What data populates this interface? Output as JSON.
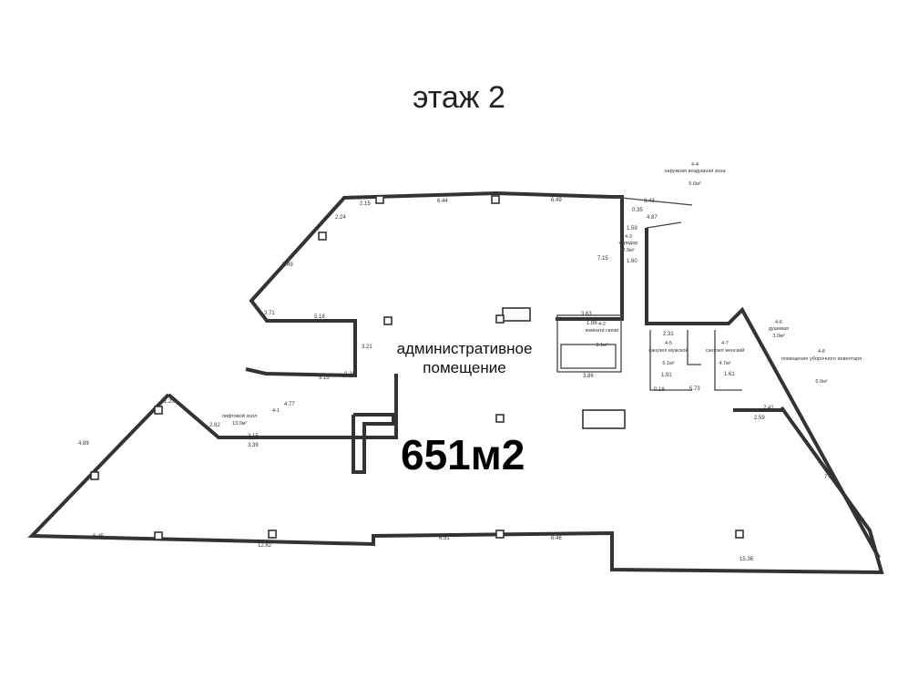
{
  "title": "этаж 2",
  "main_room": {
    "line1": "административное",
    "line2": "помещение",
    "area": "651м2"
  },
  "rooms": [
    {
      "id": "4-1",
      "name": "лифтовой холл",
      "area": "13.0м²"
    },
    {
      "id": "4-2",
      "name": "комната связи",
      "area": "3.1м²"
    },
    {
      "id": "4-3",
      "name": "коридор",
      "area": "2.9м²"
    },
    {
      "id": "4-4",
      "name": "наружная воздушная зона",
      "area": "5.6м²"
    },
    {
      "id": "4-5",
      "name": "санузел мужской",
      "area": "6.1м²"
    },
    {
      "id": "4-6",
      "name": "душевая",
      "area": "3.0м²"
    },
    {
      "id": "4-7",
      "name": "санузел женский",
      "area": "4.7м²"
    },
    {
      "id": "4-8",
      "name": "помещение уборочного инвентаря",
      "area": "6.0м²"
    }
  ],
  "dimensions": [
    "2.15",
    "6.44",
    "6.49",
    "3.43",
    "4.87",
    "0.35",
    "1.59",
    "1.60",
    "7.15",
    "2.24",
    "5.49",
    "3.71",
    "5.18",
    "3.21",
    "5.15",
    "0.28",
    "3.63",
    "1.88",
    "3.86",
    "2.31",
    "1.91",
    "5.73",
    "1.61",
    "0.18",
    "2.41",
    "2.59",
    "7.49",
    "15.36",
    "6.46",
    "6.51",
    "12.82",
    "6.45",
    "4.89",
    "3.15",
    "3.39",
    "2.82",
    "4.77",
    "1.20"
  ]
}
